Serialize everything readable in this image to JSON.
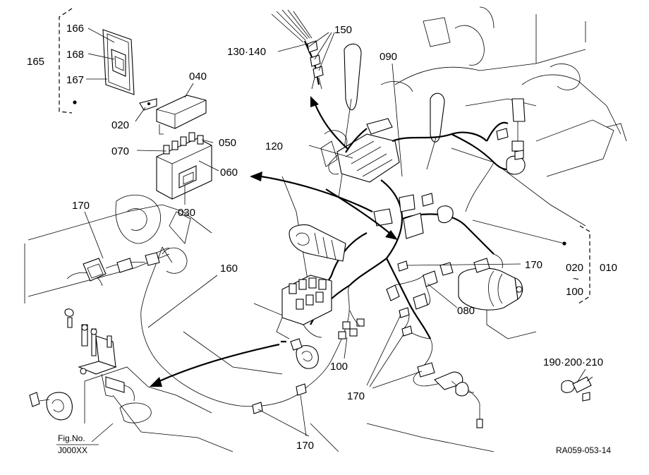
{
  "labels": {
    "l165": "165",
    "l166": "166",
    "l168": "168",
    "l167": "167",
    "l040": "040",
    "l020a": "020",
    "l050": "050",
    "l070": "070",
    "l060": "060",
    "l030": "030",
    "l130_140": "130·140",
    "l150": "150",
    "l090": "090",
    "l120": "120",
    "l170a": "170",
    "l160": "160",
    "l170b": "170",
    "l020b": "020",
    "l_tilde": "~",
    "l100a": "100",
    "l010": "010",
    "l080": "080",
    "l100b": "100",
    "l170c": "170",
    "l190_210": "190·200·210",
    "l170d": "170",
    "fig_no_line1": "Fig.No.",
    "fig_no_line2": "J000XX",
    "ref_code": "RA059-053-14"
  }
}
